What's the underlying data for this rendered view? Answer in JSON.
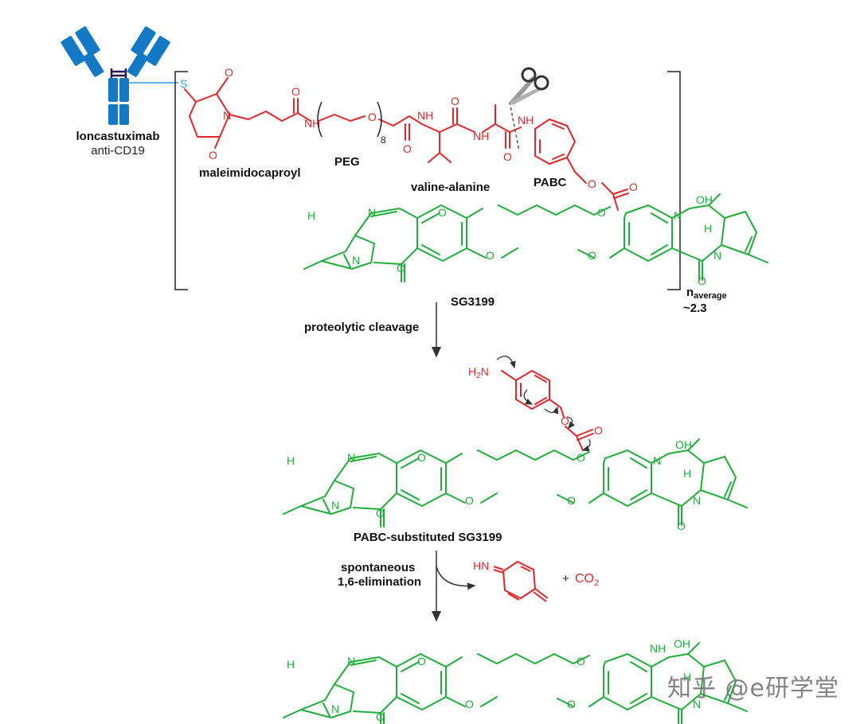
{
  "colors": {
    "antibody": "#1479c4",
    "hinge": "#2b1a4f",
    "thiol": "#2a9fd6",
    "linker": "#e0282c",
    "payload": "#1fae3a",
    "text": "#111111",
    "arrow": "#333333"
  },
  "antibody": {
    "name": "loncastuximab",
    "target": "anti-CD19",
    "thiol_atom": "S"
  },
  "linker_labels": {
    "maleimidocaproyl": "maleimidocaproyl",
    "peg": "PEG",
    "peg_repeat": "8",
    "valine_alanine": "valine-alanine",
    "pabc": "PABC"
  },
  "payload": {
    "name": "SG3199",
    "pabc_substituted": "PABC-substituted SG3199"
  },
  "dar": {
    "symbol": "n",
    "subscript": "average",
    "value": "~2.3"
  },
  "steps": {
    "step1": "proteolytic cleavage",
    "step2_line1": "spontaneous",
    "step2_line2": "1,6-elimination"
  },
  "byproducts": {
    "plus": "+",
    "co2_main": "CO",
    "co2_sub": "2"
  },
  "atoms": {
    "N": "N",
    "O": "O",
    "H": "H",
    "OH": "OH",
    "NH": "NH",
    "H2N_H": "H",
    "H2N_sub": "2",
    "H2N_N": "N",
    "HN": "HN"
  },
  "icons": [
    "antibody-icon",
    "scissors-icon",
    "reaction-arrow-icon",
    "curved-arrow-icon"
  ],
  "watermark": "知乎 @e研学堂"
}
